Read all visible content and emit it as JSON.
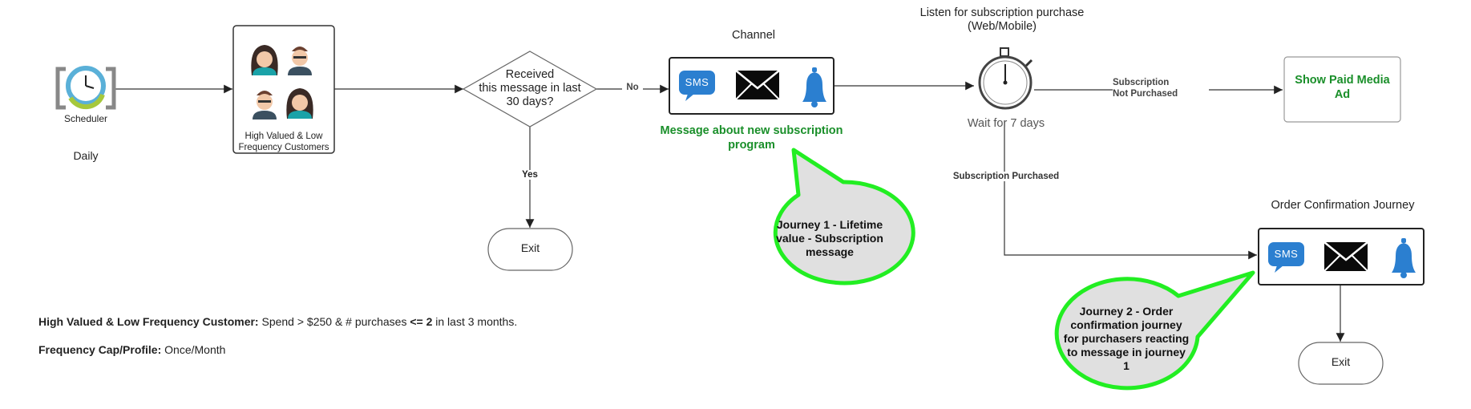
{
  "scheduler": {
    "label": "Scheduler",
    "frequency": "Daily"
  },
  "audience": {
    "label_line1": "High Valued & Low",
    "label_line2": "Frequency Customers"
  },
  "decision": {
    "line1": "Received",
    "line2": "this message in last",
    "line3": "30 days?",
    "no_label": "No",
    "yes_label": "Yes"
  },
  "exit1": {
    "label": "Exit"
  },
  "channel1": {
    "title": "Channel",
    "sms": "SMS",
    "caption_line1": "Message about new subscription",
    "caption_line2": "program"
  },
  "callout1": {
    "line1": "Journey 1 - Lifetime",
    "line2": "value - Subscription",
    "line3": "message"
  },
  "listener": {
    "title_line1": "Listen for subscription purchase",
    "title_line2": "(Web/Mobile)",
    "wait_label": "Wait for 7 days"
  },
  "branch_not_purchased": {
    "line1": "Subscription",
    "line2": "Not Purchased"
  },
  "branch_purchased": {
    "label": "Subscription Purchased"
  },
  "paid_media": {
    "line1": "Show Paid Media",
    "line2": "Ad"
  },
  "order_journey": {
    "title": "Order Confirmation Journey",
    "sms": "SMS"
  },
  "exit2": {
    "label": "Exit"
  },
  "callout2": {
    "line1": "Journey 2 - Order",
    "line2": "confirmation journey",
    "line3": "for purchasers reacting",
    "line4": "to message in journey",
    "line5": "1"
  },
  "notes": {
    "customer_label": "High Valued & Low Frequency Customer:",
    "customer_text_a": " Spend > $250 & # purchases ",
    "customer_bold": "<= 2",
    "customer_text_b": " in last 3 months.",
    "cap_label": "Frequency Cap/Profile:",
    "cap_text": " Once/Month"
  },
  "colors": {
    "green_text": "#1a8f2a",
    "callout_border": "#22ee22",
    "callout_fill": "#e0e0e0",
    "sms_blue": "#2b7fd0",
    "bell_blue": "#2b7fd0",
    "line": "#333333"
  }
}
